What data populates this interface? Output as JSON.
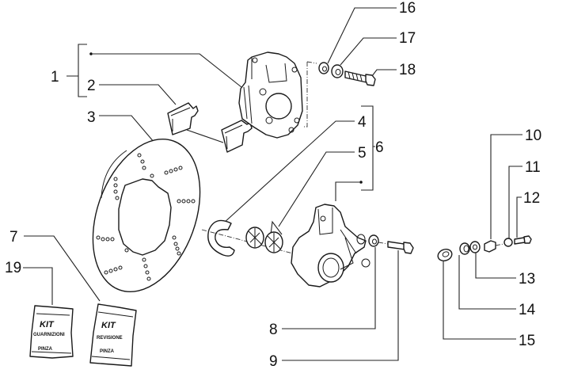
{
  "diagram": {
    "title": "Brake caliper exploded parts diagram",
    "callouts": [
      {
        "id": "1",
        "label": "1"
      },
      {
        "id": "2",
        "label": "2"
      },
      {
        "id": "3",
        "label": "3"
      },
      {
        "id": "4",
        "label": "4"
      },
      {
        "id": "5",
        "label": "5"
      },
      {
        "id": "6",
        "label": "6"
      },
      {
        "id": "7",
        "label": "7"
      },
      {
        "id": "8",
        "label": "8"
      },
      {
        "id": "9",
        "label": "9"
      },
      {
        "id": "10",
        "label": "10"
      },
      {
        "id": "11",
        "label": "11"
      },
      {
        "id": "12",
        "label": "12"
      },
      {
        "id": "13",
        "label": "13"
      },
      {
        "id": "14",
        "label": "14"
      },
      {
        "id": "15",
        "label": "15"
      },
      {
        "id": "16",
        "label": "16"
      },
      {
        "id": "17",
        "label": "17"
      },
      {
        "id": "18",
        "label": "18"
      },
      {
        "id": "19",
        "label": "19"
      }
    ],
    "kits": {
      "kit_19": {
        "line1": "KIT",
        "line2": "GUARNIZIONI",
        "line3": "PINZA"
      },
      "kit_7": {
        "line1": "KIT",
        "line2": "REVISIONE",
        "line3": "PINZA"
      }
    }
  }
}
